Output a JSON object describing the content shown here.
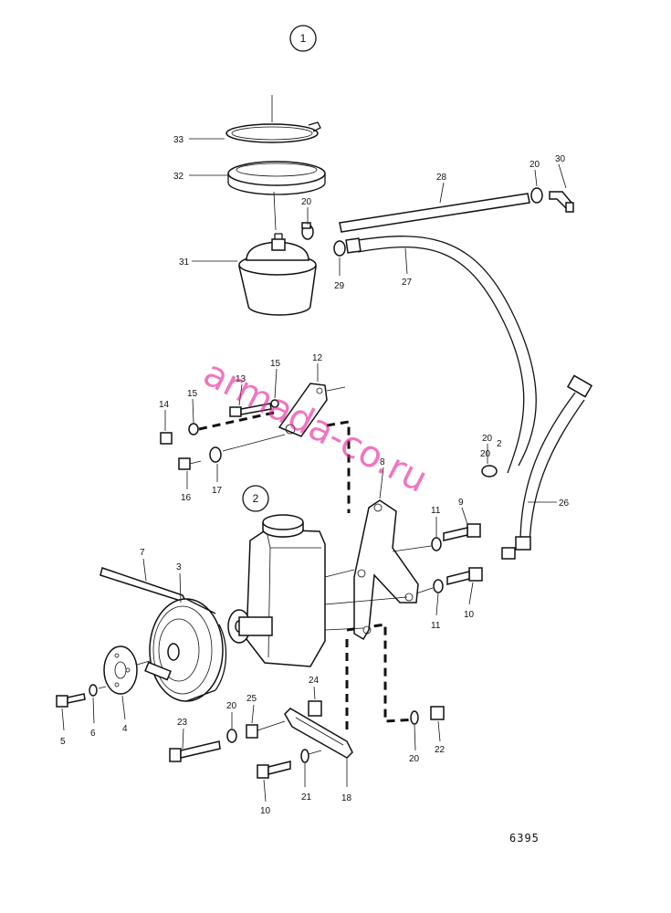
{
  "diagram": {
    "figure_number": "6395",
    "watermark": "armada-co.ru",
    "reference_circles": [
      "1",
      "2"
    ],
    "part_labels": [
      "33",
      "32",
      "31",
      "20",
      "20",
      "28",
      "20",
      "30",
      "27",
      "29",
      "12",
      "13",
      "15",
      "14",
      "15",
      "16",
      "17",
      "8",
      "11",
      "9",
      "2",
      "26",
      "20",
      "7",
      "3",
      "11",
      "10",
      "24",
      "25",
      "20",
      "23",
      "5",
      "6",
      "4",
      "20",
      "22",
      "10",
      "21",
      "18"
    ]
  }
}
